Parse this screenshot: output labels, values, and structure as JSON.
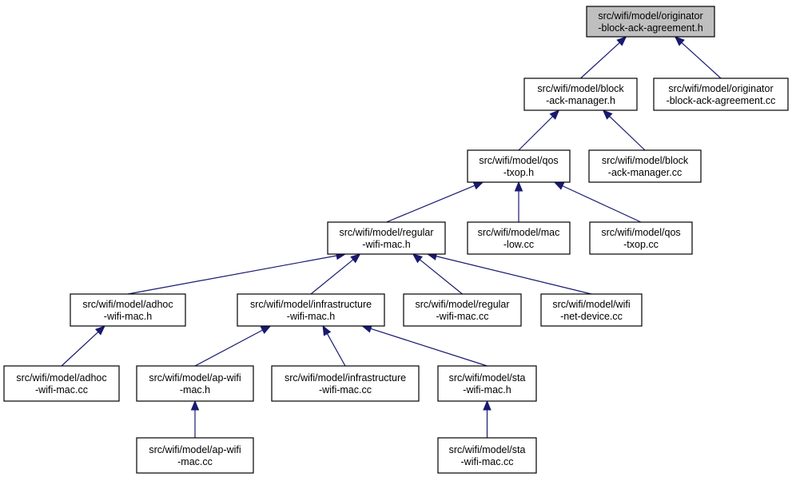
{
  "nodes": {
    "n_oba_h": {
      "line1": "src/wifi/model/originator",
      "line2": "-block-ack-agreement.h",
      "root": true
    },
    "n_bam_h": {
      "line1": "src/wifi/model/block",
      "line2": "-ack-manager.h"
    },
    "n_oba_cc": {
      "line1": "src/wifi/model/originator",
      "line2": "-block-ack-agreement.cc"
    },
    "n_qos_h": {
      "line1": "src/wifi/model/qos",
      "line2": "-txop.h"
    },
    "n_bam_cc": {
      "line1": "src/wifi/model/block",
      "line2": "-ack-manager.cc"
    },
    "n_reg_h": {
      "line1": "src/wifi/model/regular",
      "line2": "-wifi-mac.h"
    },
    "n_maclow_cc": {
      "line1": "src/wifi/model/mac",
      "line2": "-low.cc"
    },
    "n_qos_cc": {
      "line1": "src/wifi/model/qos",
      "line2": "-txop.cc"
    },
    "n_adhoc_h": {
      "line1": "src/wifi/model/adhoc",
      "line2": "-wifi-mac.h"
    },
    "n_infra_h": {
      "line1": "src/wifi/model/infrastructure",
      "line2": "-wifi-mac.h"
    },
    "n_reg_cc": {
      "line1": "src/wifi/model/regular",
      "line2": "-wifi-mac.cc"
    },
    "n_netdev_cc": {
      "line1": "src/wifi/model/wifi",
      "line2": "-net-device.cc"
    },
    "n_adhoc_cc": {
      "line1": "src/wifi/model/adhoc",
      "line2": "-wifi-mac.cc"
    },
    "n_ap_h": {
      "line1": "src/wifi/model/ap-wifi",
      "line2": "-mac.h"
    },
    "n_infra_cc": {
      "line1": "src/wifi/model/infrastructure",
      "line2": "-wifi-mac.cc"
    },
    "n_sta_h": {
      "line1": "src/wifi/model/sta",
      "line2": "-wifi-mac.h"
    },
    "n_ap_cc": {
      "line1": "src/wifi/model/ap-wifi",
      "line2": "-mac.cc"
    },
    "n_sta_cc": {
      "line1": "src/wifi/model/sta",
      "line2": "-wifi-mac.cc"
    }
  },
  "edges": [
    {
      "from": "n_bam_h",
      "to": "n_oba_h"
    },
    {
      "from": "n_oba_cc",
      "to": "n_oba_h"
    },
    {
      "from": "n_qos_h",
      "to": "n_bam_h"
    },
    {
      "from": "n_bam_cc",
      "to": "n_bam_h"
    },
    {
      "from": "n_reg_h",
      "to": "n_qos_h"
    },
    {
      "from": "n_maclow_cc",
      "to": "n_qos_h"
    },
    {
      "from": "n_qos_cc",
      "to": "n_qos_h"
    },
    {
      "from": "n_adhoc_h",
      "to": "n_reg_h"
    },
    {
      "from": "n_infra_h",
      "to": "n_reg_h"
    },
    {
      "from": "n_reg_cc",
      "to": "n_reg_h"
    },
    {
      "from": "n_netdev_cc",
      "to": "n_reg_h"
    },
    {
      "from": "n_adhoc_cc",
      "to": "n_adhoc_h"
    },
    {
      "from": "n_ap_h",
      "to": "n_infra_h"
    },
    {
      "from": "n_infra_cc",
      "to": "n_infra_h"
    },
    {
      "from": "n_sta_h",
      "to": "n_infra_h"
    },
    {
      "from": "n_ap_cc",
      "to": "n_ap_h"
    },
    {
      "from": "n_sta_cc",
      "to": "n_sta_h"
    }
  ],
  "colors": {
    "edge": "#191970",
    "root_fill": "#bfbfbf",
    "node_fill": "#ffffff",
    "node_border": "#000000"
  }
}
